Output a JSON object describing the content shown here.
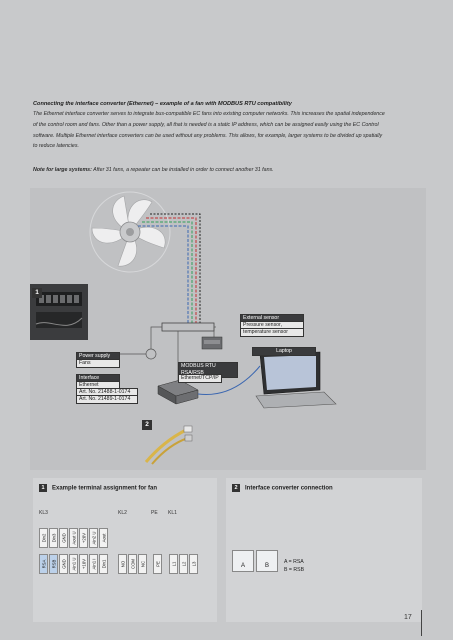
{
  "intro": {
    "heading": "Connecting the interface converter (Ethernet) – example of a fan with MODBUS RTU compatibility",
    "paragraph_lines": [
      "The Ethernet interface converter serves to integrate bus-compatible EC fans into existing computer networks. This increases the spatial independence",
      "of the control room and fans. Other than a power supply, all that is needed is a static IP address, which can be assigned easily using the EC Control",
      "software. Multiple Ethernet interface converters can be used without any problems. This allows, for example, larger systems to be divided up spatially",
      "to reduce latencies."
    ],
    "note_label": "Note for large systems:",
    "note_text": " After 31 fans, a repeater can be installed in order to connect another 31 fans."
  },
  "diagram": {
    "badge_1": "1",
    "badge_2": "2",
    "external_sensor": "External sensor",
    "pressure_sensor": "Pressure sensor,",
    "temperature_sensor": "temperature sensor",
    "laptop": "Laptop",
    "power_supply": "Power supply",
    "fans": "Fans",
    "modbus": "MODBUS RTU RSA/RSB",
    "ethernet": "Ethernet/TCP/IP",
    "converter_title": "Interface converter",
    "converter_sub": "Ethernet",
    "art_no_1": "Art. No. 21488-1-0174",
    "art_no_2": "Art. No. 21489-1-0174",
    "colors": {
      "green": "#2f9e5a",
      "red": "#c23030",
      "black": "#222222",
      "blue": "#3a66b0"
    }
  },
  "panel_left": {
    "number": "1",
    "title": "Example terminal assignment for fan",
    "kl3": "KL3",
    "kl2": "KL2",
    "pe": "PE",
    "kl1": "KL1",
    "upper_terminals": [
      "Din2",
      "Din3",
      "GND",
      "Aout U",
      "+20V",
      "Ain2 U",
      "Aout"
    ],
    "lower_terminals_a": [
      "RSA",
      "RSB",
      "GND",
      "Ain1 U",
      "+10V",
      "Ain1 I",
      "Din1"
    ],
    "lower_terminals_b": [
      "NO",
      "COM",
      "NC"
    ],
    "lower_terminals_c": [
      "PE"
    ],
    "lower_terminals_d": [
      "L1",
      "L2",
      "L3"
    ]
  },
  "panel_right": {
    "number": "2",
    "title": "Interface converter connection",
    "box_a": "A",
    "box_b": "B",
    "legend_a": "A = RSA",
    "legend_b": "B = RSB"
  },
  "page_number": "17"
}
